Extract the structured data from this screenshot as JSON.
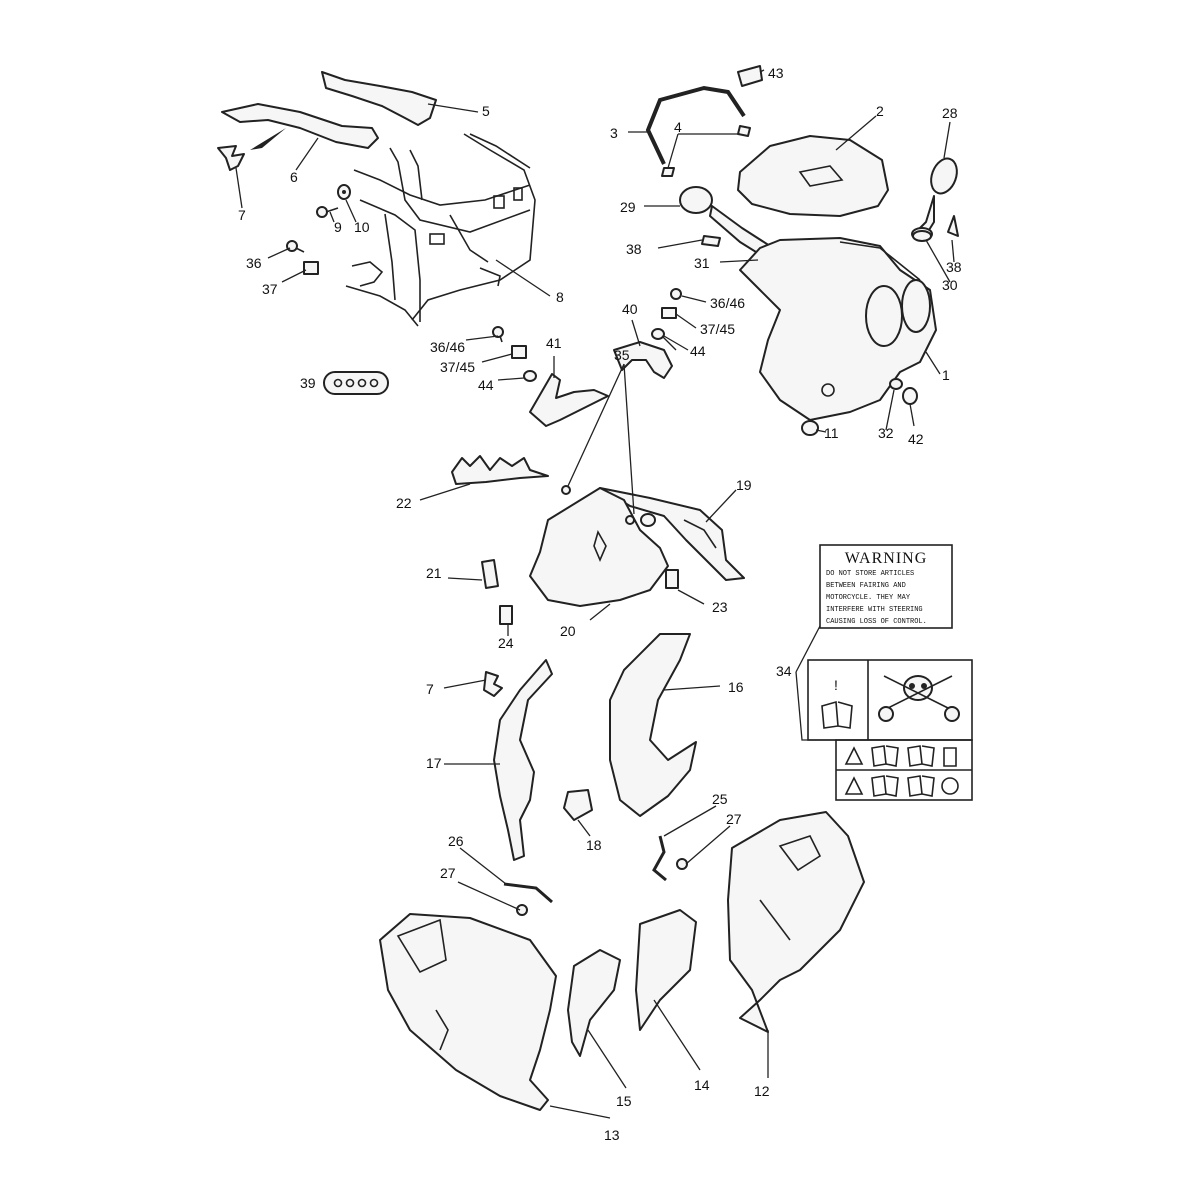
{
  "callouts": {
    "c1": "1",
    "c2": "2",
    "c3": "3",
    "c4": "4",
    "c5": "5",
    "c6": "6",
    "c7a": "7",
    "c7b": "7",
    "c8": "8",
    "c9": "9",
    "c10": "10",
    "c11": "11",
    "c12": "12",
    "c13": "13",
    "c14": "14",
    "c15": "15",
    "c16": "16",
    "c17": "17",
    "c18": "18",
    "c19": "19",
    "c20": "20",
    "c21": "21",
    "c22": "22",
    "c23": "23",
    "c24": "24",
    "c25": "25",
    "c26": "26",
    "c27a": "27",
    "c27b": "27",
    "c28": "28",
    "c29": "29",
    "c30": "30",
    "c31": "31",
    "c32": "32",
    "c34": "34",
    "c35": "35",
    "c36": "36",
    "c36_46a": "36/46",
    "c36_46b": "36/46",
    "c37": "37",
    "c37_45a": "37/45",
    "c37_45b": "37/45",
    "c38a": "38",
    "c38b": "38",
    "c39": "39",
    "c40": "40",
    "c41": "41",
    "c42": "42",
    "c43": "43",
    "c44a": "44",
    "c44b": "44"
  },
  "warning_label": {
    "heading": "WARNING",
    "lines": [
      "DO NOT STORE ARTICLES",
      "BETWEEN FAIRING AND",
      "MOTORCYCLE. THEY MAY",
      "INTERFERE WITH STEERING",
      "CAUSING LOSS OF CONTROL."
    ]
  },
  "icon_label": {
    "exclamation": "!"
  }
}
